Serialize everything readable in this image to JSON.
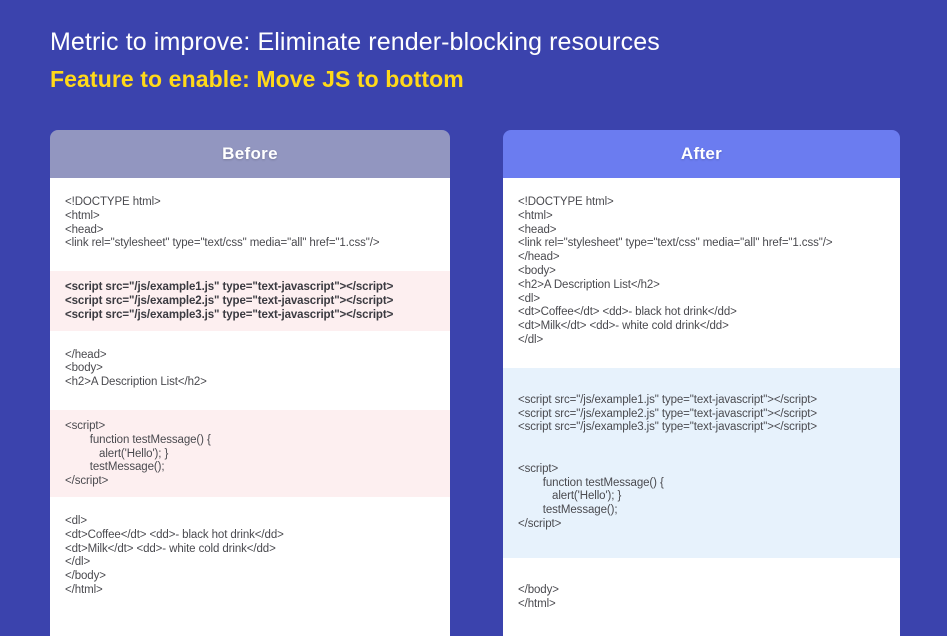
{
  "background_color": "#3b43ad",
  "header": {
    "metric_line": "Metric to improve: Eliminate render-blocking resources",
    "feature_line": "Feature to enable: Move JS to bottom",
    "metric_color": "#ffffff",
    "feature_color": "#ffd919"
  },
  "panels": [
    {
      "id": "before",
      "title": "Before",
      "header_color": "#9296c0",
      "highlight_color": "#fdeff0",
      "blocks": [
        {
          "highlight": false,
          "lines": [
            "<!DOCTYPE html>",
            "<html>",
            "<head>",
            "<link rel=\"stylesheet\" type=\"text/css\" media=\"all\" href=\"1.css\"/>"
          ]
        },
        {
          "highlight": true,
          "bold": true,
          "lines": [
            "<script src=\"/js/example1.js\" type=\"text-javascript\"></script>",
            "<script src=\"/js/example2.js\" type=\"text-javascript\"></script>",
            "<script src=\"/js/example3.js\" type=\"text-javascript\"></script>"
          ]
        },
        {
          "highlight": false,
          "lines": [
            "</head>",
            "<body>",
            "<h2>A Description List</h2>"
          ]
        },
        {
          "highlight": true,
          "lines": [
            "<script>",
            "        function testMessage() {",
            "           alert('Hello'); }",
            "        testMessage();",
            "</script>"
          ]
        },
        {
          "highlight": false,
          "lines": [
            "<dl>",
            "<dt>Coffee</dt> <dd>- black hot drink</dd>",
            "<dt>Milk</dt> <dd>- white cold drink</dd>",
            "</dl>",
            "</body>",
            "</html>"
          ]
        }
      ]
    },
    {
      "id": "after",
      "title": "After",
      "header_color": "#6b7cf0",
      "highlight_color": "#e7f2fc",
      "blocks": [
        {
          "highlight": false,
          "lines": [
            "<!DOCTYPE html>",
            "<html>",
            "<head>",
            "<link rel=\"stylesheet\" type=\"text/css\" media=\"all\" href=\"1.css\"/>",
            "</head>",
            "<body>",
            "<h2>A Description List</h2>",
            "<dl>",
            "<dt>Coffee</dt> <dd>- black hot drink</dd>",
            "<dt>Milk</dt> <dd>- white cold drink</dd>",
            "</dl>"
          ]
        },
        {
          "highlight": true,
          "lines": [
            "<script src=\"/js/example1.js\" type=\"text-javascript\"></script>",
            "<script src=\"/js/example2.js\" type=\"text-javascript\"></script>",
            "<script src=\"/js/example3.js\" type=\"text-javascript\"></script>",
            "",
            "",
            "<script>",
            "        function testMessage() {",
            "           alert('Hello'); }",
            "        testMessage();",
            "</script>"
          ]
        },
        {
          "highlight": false,
          "lines": [
            "</body>",
            "</html>"
          ]
        }
      ]
    }
  ]
}
